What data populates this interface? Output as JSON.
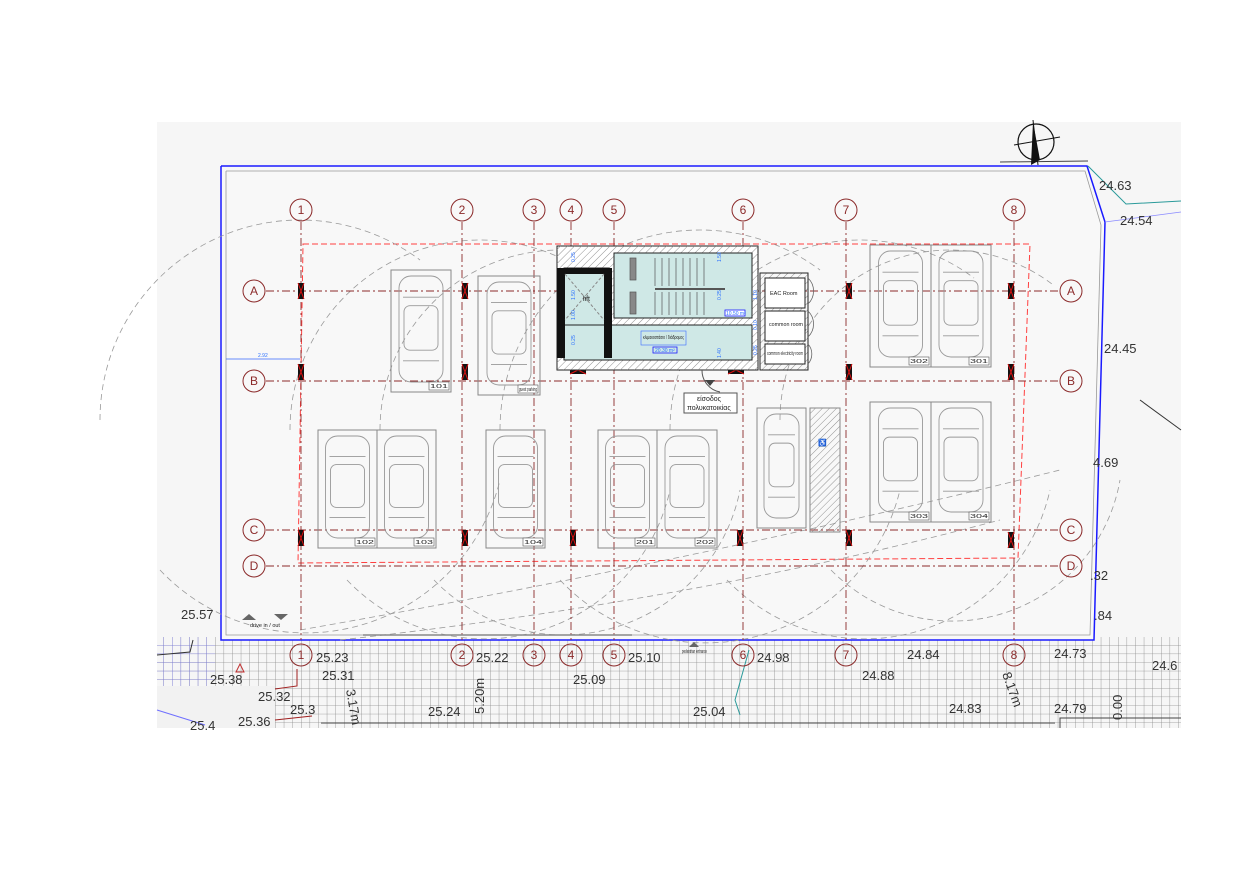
{
  "plan": {
    "column_axes": [
      "1",
      "2",
      "3",
      "4",
      "5",
      "6",
      "7",
      "8"
    ],
    "row_axes": [
      "A",
      "B",
      "C",
      "D"
    ],
    "bottom_axes": [
      "3",
      "4",
      "7",
      "8"
    ],
    "parking_spaces": [
      "101",
      "guest parking",
      "102",
      "103",
      "104",
      "201",
      "202",
      "302",
      "301",
      "303",
      "304"
    ],
    "stair_core": {
      "lobby_label": "κλιμακοστάσιο / διάδρομος",
      "lobby_area": "20.30 m²",
      "stair_area": "10.50 m²",
      "lift_label": "lift",
      "dims": [
        "0.25",
        "1.50",
        "1.00",
        "0.25",
        "1.50",
        "0.25",
        "1.40",
        "1.10",
        "0.10",
        "0.25"
      ]
    },
    "rooms": {
      "eac_room": "EAC Room",
      "common_room": "common room",
      "common_room_2": "common electricity room"
    },
    "entrance_label_line1": "είσοδος",
    "entrance_label_line2": "πολυκατοικίας",
    "drive_label": "drive in / out",
    "pedestrian_label": "pedestrian entrance",
    "setback_dim": "2.92",
    "elevations": [
      "24.63",
      "24.54",
      "24.45",
      "4.69",
      ".32",
      ".84",
      "25.57",
      "25.38",
      "25.23",
      "25.31",
      "25.32",
      "25.36",
      "25.3",
      "25.22",
      "25.24",
      "25.10",
      "25.09",
      "24.98",
      "25.04",
      "24.88",
      "24.84",
      "24.73",
      "24.83",
      "24.79",
      "24.6",
      "25.4"
    ],
    "street_dims": [
      "5.20m",
      "8.17m",
      "3.17m",
      "0.00"
    ]
  },
  "colors": {
    "axis": "#8b2a2a",
    "boundary": "#1a1aff",
    "column": "#e01010",
    "core_fill": "#cfe8e6",
    "setback": "#ff3030"
  }
}
